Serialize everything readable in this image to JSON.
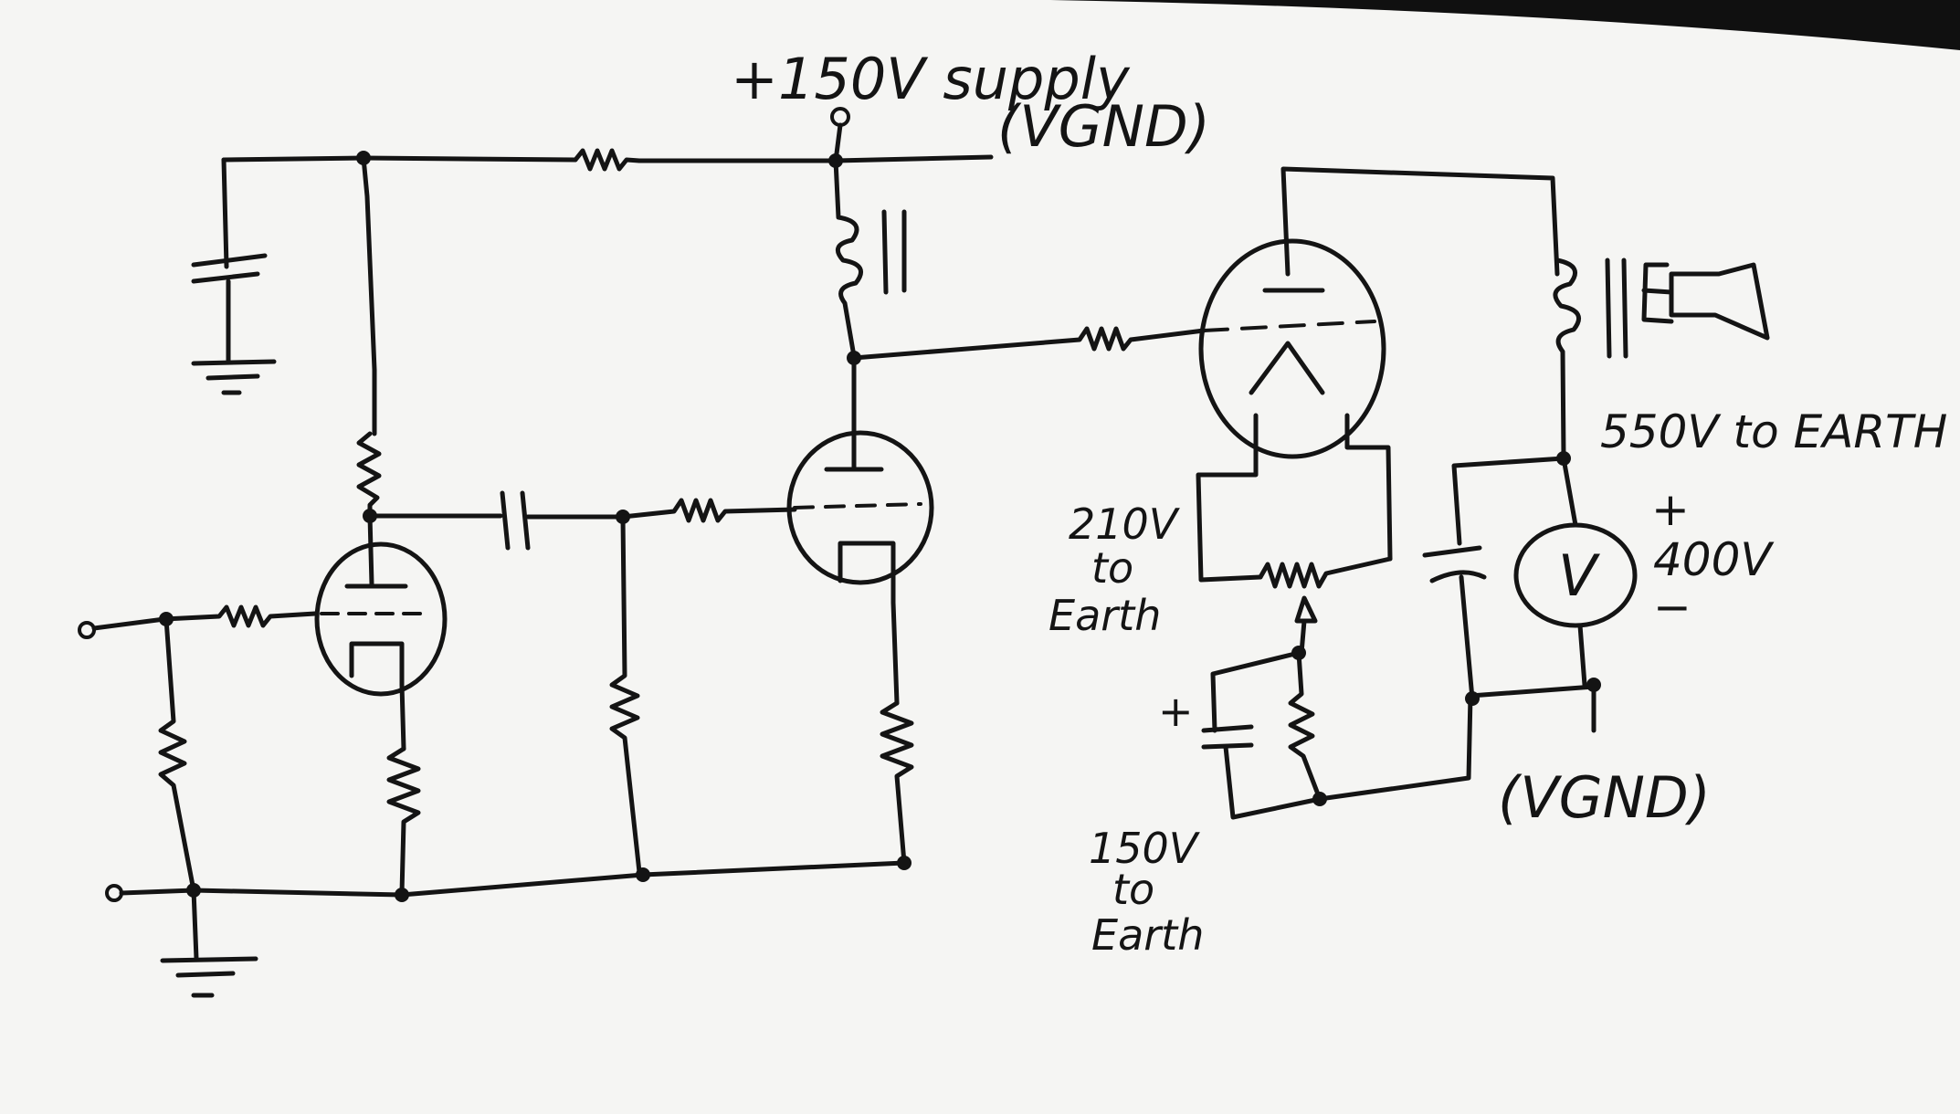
{
  "diagram": {
    "labels": {
      "supply": "+150V supply",
      "vgnd_top": "(VGND)",
      "vgnd_bottom": "(VGND)",
      "plate_to_earth": "550V to EARTH",
      "voltmeter_symbol": "V",
      "meter_plus": "+",
      "meter_value": "400V",
      "meter_minus": "−",
      "heater_line1": "210V",
      "heater_line2": "to",
      "heater_line3": "Earth",
      "cap_plus": "+",
      "cathode_line1": "150V",
      "cathode_line2": "to",
      "cathode_line3": "Earth"
    }
  }
}
